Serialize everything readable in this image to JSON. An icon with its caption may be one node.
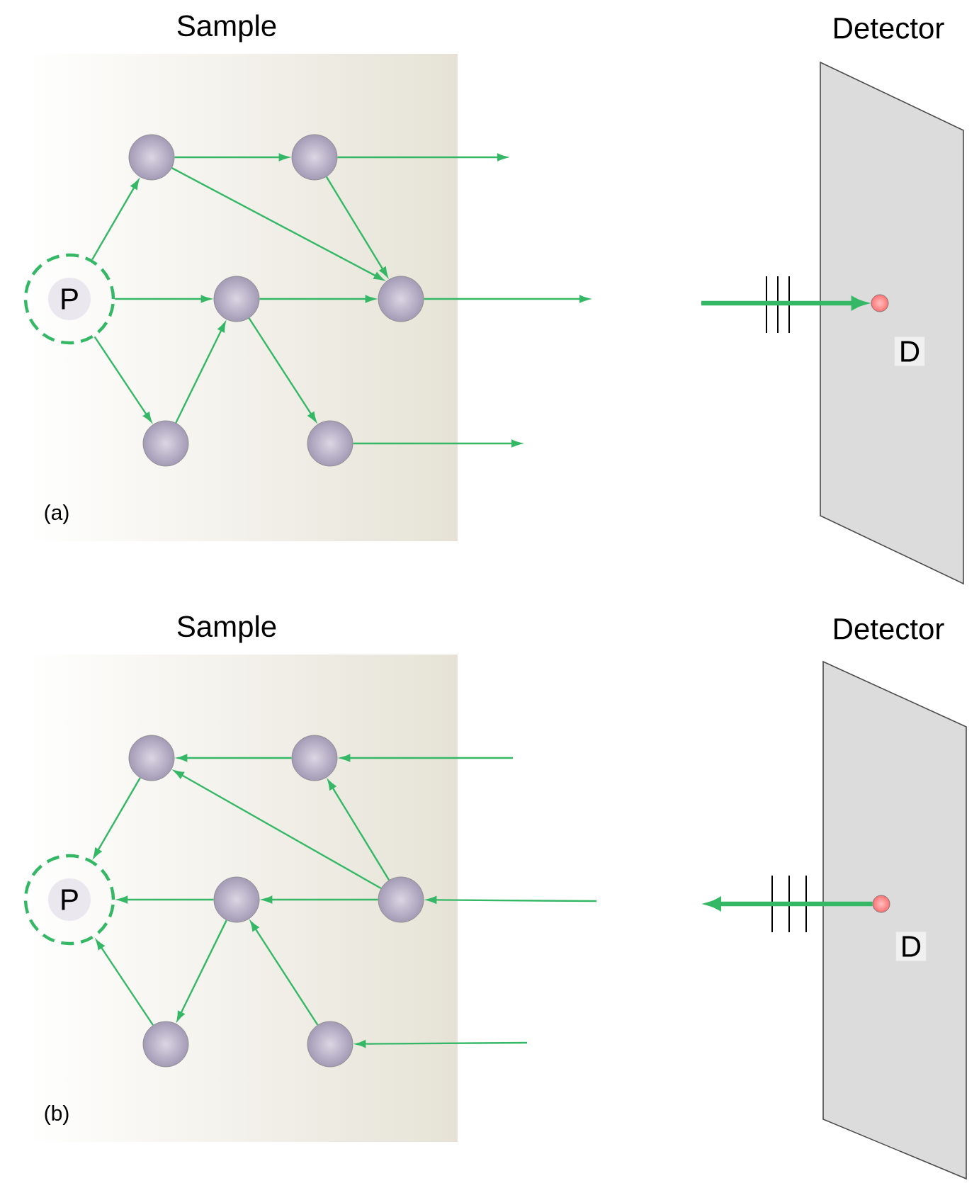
{
  "diagram": {
    "nodes": [
      {
        "text": [
          "Sample"
        ]
      },
      {
        "text": [
          "P"
        ],
        "in": 0
      },
      {
        "text": [],
        "shape": "circle",
        "in": 0
      },
      {
        "text": [],
        "shape": "circle",
        "in": 0
      },
      {
        "text": [],
        "shape": "circle",
        "in": 0
      },
      {
        "text": [],
        "shape": "circle",
        "in": 0
      },
      {
        "text": [],
        "shape": "circle",
        "in": 0
      },
      {
        "text": [],
        "shape": "circle",
        "in": 0
      },
      {
        "text": [
          "Detector"
        ]
      },
      {
        "text": [],
        "shape": "circle",
        "beside": [
          "D"
        ],
        "in": 8
      },
      {
        "text": [
          "Sample"
        ]
      },
      {
        "text": [
          "P"
        ],
        "in": 10
      },
      {
        "text": [],
        "shape": "circle",
        "in": 10
      },
      {
        "text": [],
        "shape": "circle",
        "in": 10
      },
      {
        "text": [],
        "shape": "circle",
        "in": 10
      },
      {
        "text": [],
        "shape": "circle",
        "in": 10
      },
      {
        "text": [],
        "shape": "circle",
        "in": 10
      },
      {
        "text": [],
        "shape": "circle",
        "in": 10
      },
      {
        "text": [
          "Detector"
        ]
      },
      {
        "text": [],
        "shape": "circle",
        "beside": [
          "D"
        ],
        "in": 18
      }
    ],
    "edges": [
      {
        "from": 1,
        "to": 2,
        "arrow": "to"
      },
      {
        "from": 1,
        "to": 4,
        "arrow": "to"
      },
      {
        "from": 1,
        "to": 6,
        "arrow": "to"
      },
      {
        "from": 2,
        "to": 3,
        "arrow": "to"
      },
      {
        "from": 2,
        "to": 5,
        "arrow": "to"
      },
      {
        "from": 3,
        "to": 5,
        "arrow": "to"
      },
      {
        "from": 4,
        "to": 5,
        "arrow": "to"
      },
      {
        "from": 6,
        "to": 4,
        "arrow": "to"
      },
      {
        "from": 4,
        "to": 7,
        "arrow": "to"
      },
      {
        "from": 3,
        "to": null,
        "arrow": "to"
      },
      {
        "from": 5,
        "to": null,
        "arrow": "to"
      },
      {
        "from": 7,
        "to": null,
        "arrow": "to"
      },
      {
        "from": null,
        "to": 9,
        "arrow": "to",
        "style": "thick"
      },
      {
        "from": 12,
        "to": 11,
        "arrow": "to"
      },
      {
        "from": 13,
        "to": 12,
        "arrow": "to"
      },
      {
        "from": 15,
        "to": 12,
        "arrow": "to"
      },
      {
        "from": 15,
        "to": 13,
        "arrow": "to"
      },
      {
        "from": 14,
        "to": 11,
        "arrow": "to"
      },
      {
        "from": 15,
        "to": 14,
        "arrow": "to"
      },
      {
        "from": 14,
        "to": 16,
        "arrow": "to"
      },
      {
        "from": 16,
        "to": 11,
        "arrow": "to"
      },
      {
        "from": 17,
        "to": 14,
        "arrow": "to"
      },
      {
        "from": null,
        "to": 13,
        "arrow": "to"
      },
      {
        "from": null,
        "to": 15,
        "arrow": "to"
      },
      {
        "from": null,
        "to": 17,
        "arrow": "to"
      },
      {
        "from": 19,
        "to": null,
        "arrow": "to",
        "style": "thick"
      }
    ],
    "labels": [
      "(a)",
      "(b)"
    ]
  }
}
